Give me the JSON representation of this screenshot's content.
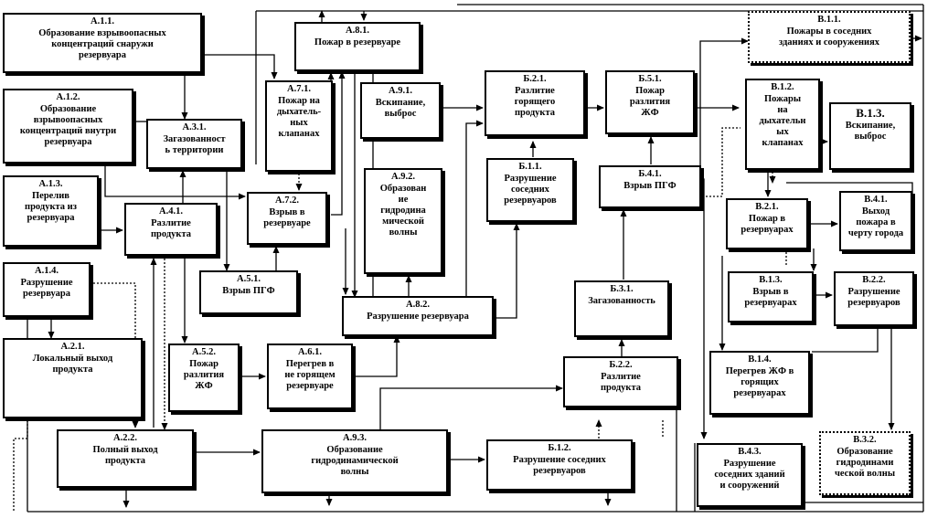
{
  "nodes": [
    {
      "id": "A.1.1.",
      "text": "Образование взрывоопасных\nконцентраций снаружи\nрезервуара"
    },
    {
      "id": "A.1.2.",
      "text": "Образование\nвзрывоопасных\nконцентраций внутри\nрезервуара"
    },
    {
      "id": "A.1.3.",
      "text": "Перелив\nпродукта из\nрезервуара"
    },
    {
      "id": "A.1.4.",
      "text": "Разрушение\nрезервуара"
    },
    {
      "id": "A.2.1.",
      "text": "Локальный выход\nпродукта"
    },
    {
      "id": "A.2.2.",
      "text": "Полный выход\nпродукта"
    },
    {
      "id": "A.3.1.",
      "text": "Загазованност\nь территории"
    },
    {
      "id": "A.4.1.",
      "text": "Разлитие\nпродукта"
    },
    {
      "id": "A.5.1.",
      "text": "Взрыв ПГФ"
    },
    {
      "id": "A.5.2.",
      "text": "Пожар\nразлития\nЖФ"
    },
    {
      "id": "A.6.1.",
      "text": "Перегрев в\nне горящем\nрезервуаре"
    },
    {
      "id": "A.7.1.",
      "text": "Пожар на\nдыхатель-\nных\nклапанах"
    },
    {
      "id": "A.7.2.",
      "text": "Взрыв в\nрезервуаре"
    },
    {
      "id": "A.8.1.",
      "text": "Пожар в резервуаре"
    },
    {
      "id": "A.8.2.",
      "text": "Разрушение резервуара"
    },
    {
      "id": "A.9.1.",
      "text": "Вскипание,\nвыброс"
    },
    {
      "id": "A.9.2.",
      "text": "Образован\nие\nгидродина\nмической\nволны"
    },
    {
      "id": "A.9.3.",
      "text": "Образование\nгидродинамической\nволны"
    },
    {
      "id": "Б.1.1.",
      "text": "Разрушение\nсоседних\nрезервуаров"
    },
    {
      "id": "Б.1.2.",
      "text": "Разрушение соседних\nрезервуаров"
    },
    {
      "id": "Б.2.1.",
      "text": "Разлитие\nгорящего\nпродукта"
    },
    {
      "id": "Б.2.2.",
      "text": "Разлитие\nпродукта"
    },
    {
      "id": "Б.3.1.",
      "text": "Загазованность"
    },
    {
      "id": "Б.4.1.",
      "text": "Взрыв ПГФ"
    },
    {
      "id": "Б.5.1.",
      "text": "Пожар\nразлития\nЖФ"
    },
    {
      "id": "B.1.1.",
      "text": "Пожары в соседних\nзданиях и сооружениях"
    },
    {
      "id": "B.1.2.",
      "text": "Пожары\nна\nдыхательн\nых\nклапанах"
    },
    {
      "id": "B.1.3.",
      "text": "Вскипание,\nвыброс"
    },
    {
      "id": "B.1.3.",
      "text": "Взрыв в\nрезервуарах"
    },
    {
      "id": "B.1.4.",
      "text": "Перегрев ЖФ в\nгорящих\nрезервуарах"
    },
    {
      "id": "B.2.1.",
      "text": "Пожар в\nрезервуарах"
    },
    {
      "id": "B.2.2.",
      "text": "Разрушение\nрезервуаров"
    },
    {
      "id": "B.3.2.",
      "text": "Образование\nгидродинами\nческой волны"
    },
    {
      "id": "B.4.1.",
      "text": "Выход\nпожара в\nчерту города"
    },
    {
      "id": "B.4.3.",
      "text": "Разрушение\nсоседних зданий\nи сооружений"
    }
  ]
}
